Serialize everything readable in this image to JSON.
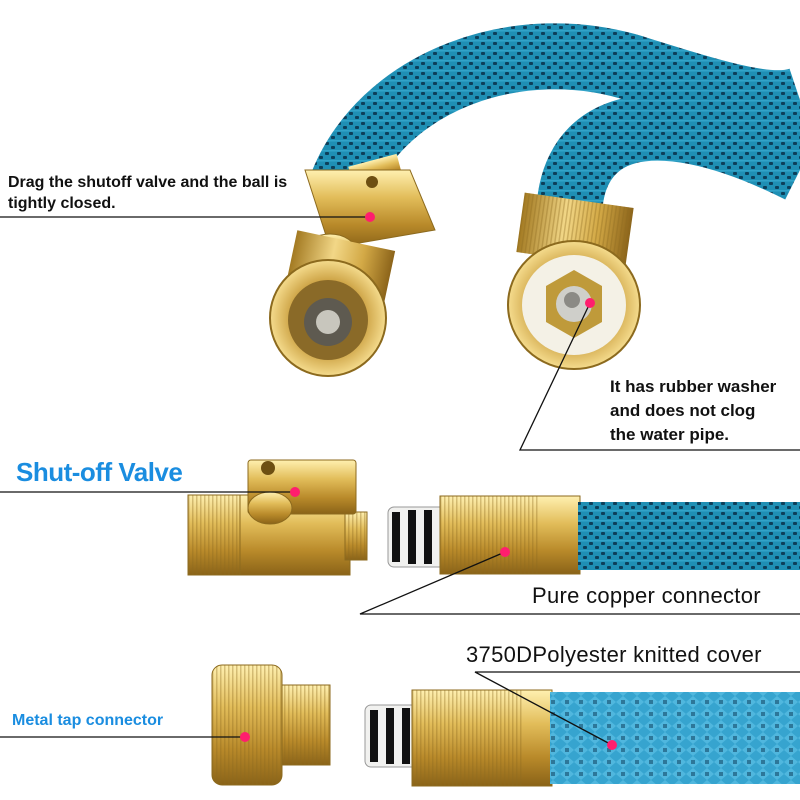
{
  "callouts": {
    "drag_valve": "Drag the shutoff valve and the ball is tightly closed.",
    "rubber_washer": "It has rubber washer and does not clog the water pipe.",
    "shutoff_valve": "Shut-off Valve",
    "copper_connector": "Pure copper connector",
    "polyester_cover": "3750DPolyester knitted cover",
    "tap_connector": "Metal tap connector"
  },
  "colors": {
    "hose_blue": "#1f8fb4",
    "brass": "#d7ae44",
    "marker_pink": "#ff1e6e",
    "accent_blue": "#1a8de0"
  }
}
